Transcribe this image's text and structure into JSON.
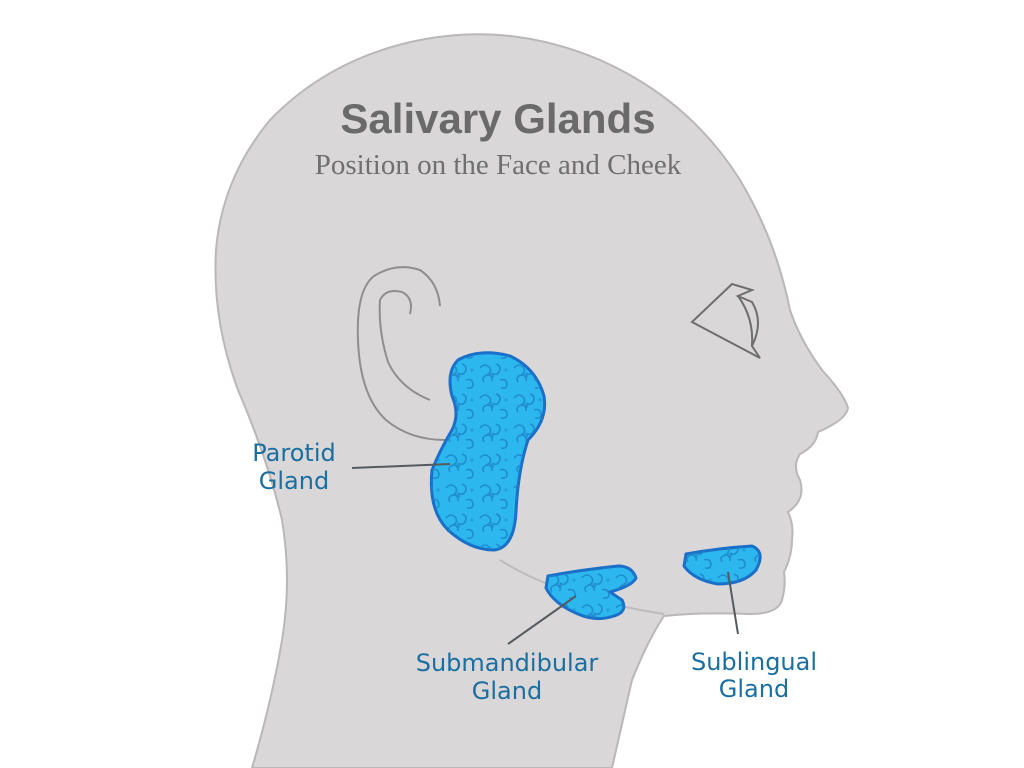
{
  "title": "Salivary Glands",
  "subtitle": "Position on the Face and Cheek",
  "colors": {
    "head_fill": "#d9d7d7",
    "head_outline": "#b9b7b7",
    "gland_fill": "#2cb7ef",
    "gland_outline": "#1a6fc9",
    "gland_texture": "#1e84c8",
    "label": "#1b6fa0",
    "title": "#6a6a6a"
  },
  "glands": {
    "parotid": {
      "line1": "Parotid",
      "line2": "Gland"
    },
    "submandibular": {
      "line1": "Submandibular",
      "line2": "Gland"
    },
    "sublingual": {
      "line1": "Sublingual",
      "line2": "Gland"
    }
  }
}
